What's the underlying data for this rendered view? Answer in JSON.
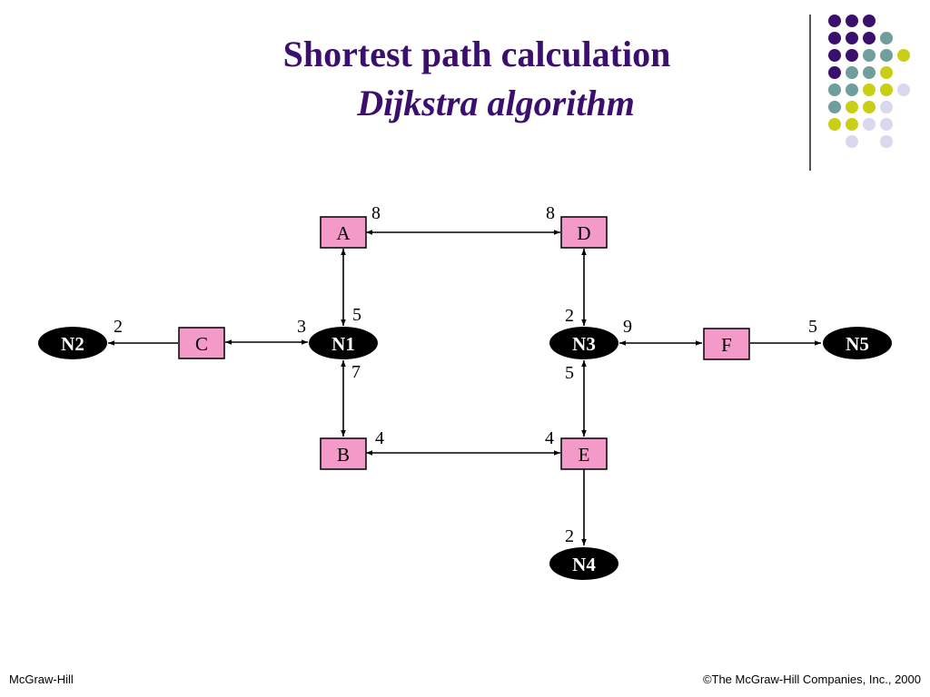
{
  "slide": {
    "title": "Shortest path calculation",
    "subtitle": "Dijkstra algorithm",
    "footer_left": "McGraw-Hill",
    "footer_right": "©The McGraw-Hill Companies, Inc., 2000"
  },
  "colors": {
    "title": "#3b0f6e",
    "router_fill": "#f49ac8",
    "network_fill": "#000000",
    "dot_purple": "#3b0f6e",
    "dot_teal": "#6f9e9c",
    "dot_yellow": "#c9cf17",
    "dot_lavender": "#d9d8ec"
  },
  "nodes": {
    "A": "A",
    "B": "B",
    "C": "C",
    "D": "D",
    "E": "E",
    "F": "F",
    "N1": "N1",
    "N2": "N2",
    "N3": "N3",
    "N4": "N4",
    "N5": "N5"
  },
  "weights": {
    "A_D_left": "8",
    "A_D_right": "8",
    "A_N1": "5",
    "C_N2": "2",
    "C_N1": "3",
    "N1_B": "7",
    "B_E_left": "4",
    "B_E_right": "4",
    "D_N3": "2",
    "N3_F": "9",
    "F_N5": "5",
    "N3_E": "5",
    "E_N4": "2"
  }
}
